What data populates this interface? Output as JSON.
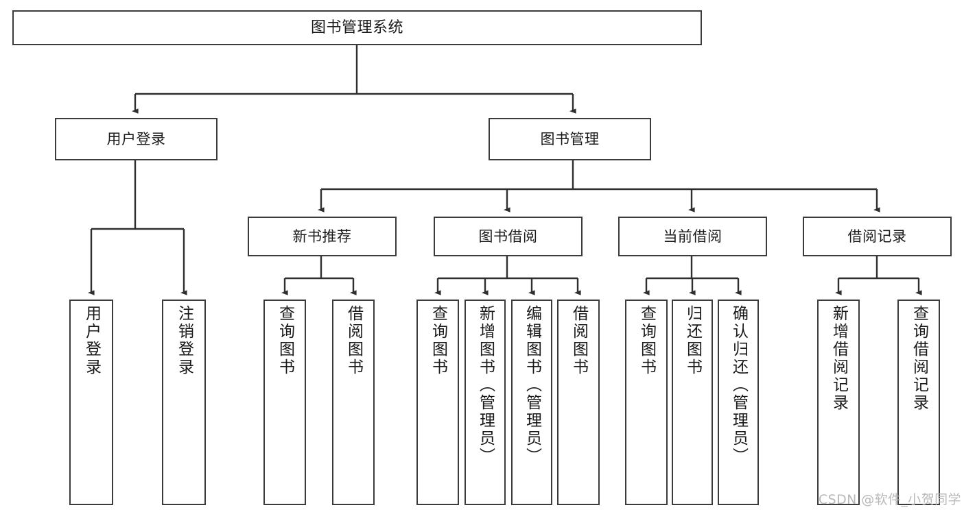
{
  "diagram": {
    "title": "图书管理系统",
    "type": "tree",
    "watermark": "CSDN @软件_小贺同学",
    "colors": {
      "box_border": "#3b3b3b",
      "box_fill": "#ffffff",
      "edge": "#2f2f2f",
      "text": "#1a1a1a",
      "watermark": "#b9b9b9",
      "background": "#ffffff"
    },
    "nodes": {
      "root": {
        "label": "图书管理系统"
      },
      "level1": [
        {
          "id": "user-login",
          "label": "用户登录"
        },
        {
          "id": "book-management",
          "label": "图书管理"
        }
      ],
      "level2": [
        {
          "id": "new-book-recommend",
          "label": "新书推荐"
        },
        {
          "id": "book-borrow",
          "label": "图书借阅"
        },
        {
          "id": "current-borrow",
          "label": "当前借阅"
        },
        {
          "id": "borrow-record",
          "label": "借阅记录"
        }
      ],
      "leaves": {
        "user_login": [
          {
            "id": "leaf-user-login",
            "label": "用户登录"
          },
          {
            "id": "leaf-logout",
            "label": "注销登录"
          }
        ],
        "new_book_recommend": [
          {
            "id": "leaf-query-book-1",
            "label": "查询图书"
          },
          {
            "id": "leaf-borrow-book-1",
            "label": "借阅图书"
          }
        ],
        "book_borrow": [
          {
            "id": "leaf-query-book-2",
            "label": "查询图书"
          },
          {
            "id": "leaf-add-book",
            "label": "新增图书（管理员）"
          },
          {
            "id": "leaf-edit-book",
            "label": "编辑图书（管理员）"
          },
          {
            "id": "leaf-borrow-book-2",
            "label": "借阅图书"
          }
        ],
        "current_borrow": [
          {
            "id": "leaf-query-book-3",
            "label": "查询图书"
          },
          {
            "id": "leaf-return-book",
            "label": "归还图书"
          },
          {
            "id": "leaf-confirm-return",
            "label": "确认归还（管理员）"
          }
        ],
        "borrow_record": [
          {
            "id": "leaf-add-record",
            "label": "新增借阅记录"
          },
          {
            "id": "leaf-query-record",
            "label": "查询借阅记录"
          }
        ]
      }
    },
    "edges": [
      {
        "from": "图书管理系统",
        "to": "用户登录"
      },
      {
        "from": "图书管理系统",
        "to": "图书管理"
      },
      {
        "from": "用户登录",
        "to": "用户登录"
      },
      {
        "from": "用户登录",
        "to": "注销登录"
      },
      {
        "from": "图书管理",
        "to": "新书推荐"
      },
      {
        "from": "图书管理",
        "to": "图书借阅"
      },
      {
        "from": "图书管理",
        "to": "当前借阅"
      },
      {
        "from": "图书管理",
        "to": "借阅记录"
      },
      {
        "from": "新书推荐",
        "to": "查询图书"
      },
      {
        "from": "新书推荐",
        "to": "借阅图书"
      },
      {
        "from": "图书借阅",
        "to": "查询图书"
      },
      {
        "from": "图书借阅",
        "to": "新增图书（管理员）"
      },
      {
        "from": "图书借阅",
        "to": "编辑图书（管理员）"
      },
      {
        "from": "图书借阅",
        "to": "借阅图书"
      },
      {
        "from": "当前借阅",
        "to": "查询图书"
      },
      {
        "from": "当前借阅",
        "to": "归还图书"
      },
      {
        "from": "当前借阅",
        "to": "确认归还（管理员）"
      },
      {
        "from": "借阅记录",
        "to": "新增借阅记录"
      },
      {
        "from": "借阅记录",
        "to": "查询借阅记录"
      }
    ]
  }
}
